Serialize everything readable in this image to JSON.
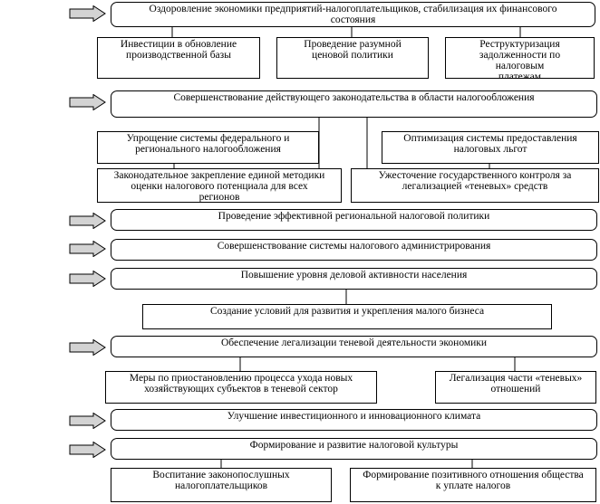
{
  "diagram": {
    "main_directions": [
      {
        "id": "d1",
        "label": "Оздоровление  экономики предприятий-налогоплательщиков, стабилизация их финансового\nсостояния"
      },
      {
        "id": "d2",
        "label": "Совершенствование действующего законодательства  в области налогообложения"
      },
      {
        "id": "d3",
        "label": "Проведение эффективной региональной налоговой политики"
      },
      {
        "id": "d4",
        "label": "Совершенствование системы налогового администрирования"
      },
      {
        "id": "d5",
        "label": "Повышение уровня деловой активности населения"
      },
      {
        "id": "d6",
        "label": "Обеспечение легализации теневой деятельности экономики"
      },
      {
        "id": "d7",
        "label": "Улучшение инвестиционного и инновационного климата"
      },
      {
        "id": "d8",
        "label": "Формирование и развитие налоговой культуры"
      }
    ],
    "measures": [
      {
        "id": "m1",
        "parent": "d1",
        "label": "Инвестиции в обновление\nпроизводственной базы"
      },
      {
        "id": "m2",
        "parent": "d1",
        "label": "Проведение разумной\nценовой политики"
      },
      {
        "id": "m3",
        "parent": "d1",
        "label": "Реструктуризация\nзадолженности по\nналоговым\nплатежам"
      },
      {
        "id": "m4",
        "parent": "d2",
        "label": "Упрощение системы федерального и\nрегионального налогообложения"
      },
      {
        "id": "m5",
        "parent": "d2",
        "label": "Оптимизация системы предоставления\nналоговых льгот"
      },
      {
        "id": "m6",
        "parent": "d2",
        "label": "Законодательное закрепление единой методики\nоценки налогового потенциала для всех\nрегионов"
      },
      {
        "id": "m7",
        "parent": "d2",
        "label": "Ужесточение государственного контроля за\nлегализацией «теневых» средств"
      },
      {
        "id": "m8",
        "parent": "d5",
        "label": "Создание условий для развития и укрепления малого бизнеса"
      },
      {
        "id": "m9",
        "parent": "d6",
        "label": "Меры по приостановлению процесса ухода новых\nхозяйствующих субъектов в теневой сектор"
      },
      {
        "id": "m10",
        "parent": "d6",
        "label": "Легализация части «теневых»\nотношений"
      },
      {
        "id": "m11",
        "parent": "d8",
        "label": "Воспитание законопослушных\nналогоплательщиков"
      },
      {
        "id": "m12",
        "parent": "d8",
        "label": "Формирование позитивного отношения общества\nк уплате налогов"
      }
    ],
    "colors": {
      "arrow_fill": "#d3d3d3",
      "stroke": "#000000",
      "box_fill": "#ffffff"
    }
  }
}
